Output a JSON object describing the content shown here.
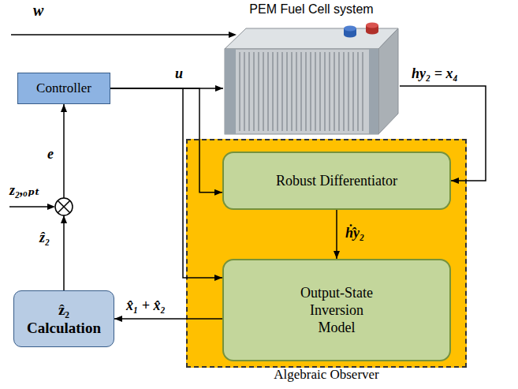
{
  "diagram": {
    "nodes": [
      {
        "text": [
          "PEM Fuel Cell system"
        ]
      },
      {
        "text": [
          "Controller"
        ]
      },
      {
        "text": [
          "Algebraic Observer"
        ]
      },
      {
        "text": [
          "Robust Differentiator"
        ],
        "in": 2
      },
      {
        "text": [
          "Output-State Inversion Model"
        ],
        "in": 2
      },
      {
        "text": [
          "ẑ₂ Calculation"
        ]
      }
    ],
    "edges": [
      {
        "from": 1,
        "to": 0,
        "arrow": "to",
        "label": "u"
      },
      {
        "from": 1,
        "to": 3,
        "arrow": "to"
      },
      {
        "from": 1,
        "to": 4,
        "arrow": "to"
      },
      {
        "from": 0,
        "to": 3,
        "arrow": "to",
        "label": "hy₂ = x₄"
      },
      {
        "from": 3,
        "to": 4,
        "arrow": "to",
        "label": "ḣ̂y₂"
      },
      {
        "from": 4,
        "to": 5,
        "arrow": "to",
        "label": "x̂₁ + x̂₂"
      },
      {
        "from": 5,
        "to": 1,
        "arrow": "to"
      }
    ],
    "labels": [
      "w",
      "e",
      "z₂,ₒₚₜ",
      "ẑ₂"
    ]
  }
}
